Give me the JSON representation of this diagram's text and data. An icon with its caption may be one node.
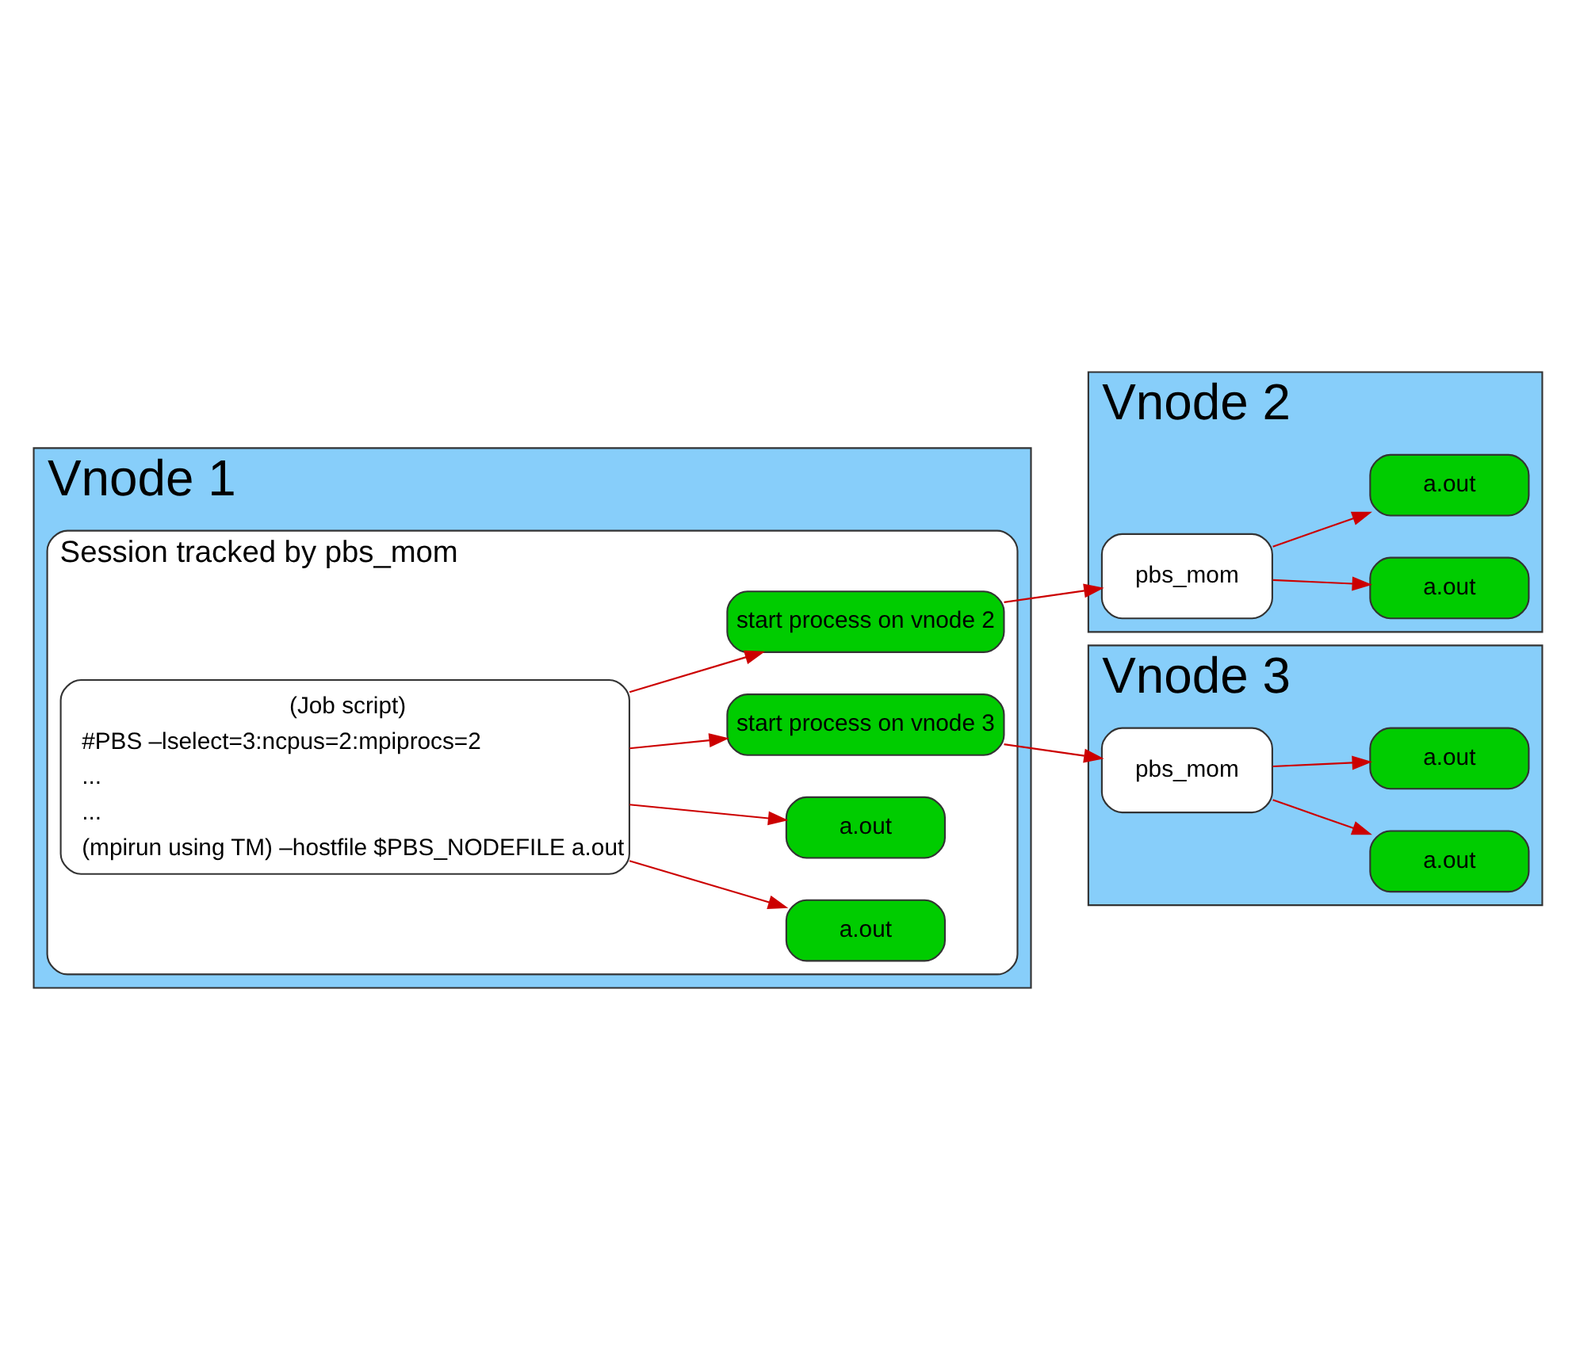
{
  "diagram": {
    "nodes": [
      {
        "text": [
          "Vnode 1"
        ]
      },
      {
        "text": [
          "Session tracked by pbs_mom"
        ],
        "in": 0
      },
      {
        "text": [
          "(Job script)",
          "#PBS –lselect=3:ncpus=2:mpiprocs=2",
          "...",
          "...",
          "(mpirun using TM) –hostfile $PBS_NODEFILE a.out"
        ],
        "in": 1
      },
      {
        "text": [
          "a.out"
        ],
        "in": 1
      },
      {
        "text": [
          "a.out"
        ],
        "in": 1
      },
      {
        "text": [
          "start process on vnode 2"
        ],
        "in": 1
      },
      {
        "text": [
          "start process on vnode 3"
        ],
        "in": 1
      },
      {
        "text": [
          "Vnode 2"
        ]
      },
      {
        "text": [
          "pbs_mom"
        ],
        "in": 7
      },
      {
        "text": [
          "a.out"
        ],
        "in": 7
      },
      {
        "text": [
          "a.out"
        ],
        "in": 7
      },
      {
        "text": [
          "Vnode 3"
        ]
      },
      {
        "text": [
          "pbs_mom"
        ],
        "in": 11
      },
      {
        "text": [
          "a.out"
        ],
        "in": 11
      },
      {
        "text": [
          "a.out"
        ],
        "in": 11
      }
    ],
    "edges": [
      {
        "from": 2,
        "to": 3,
        "arrow": "to"
      },
      {
        "from": 2,
        "to": 4,
        "arrow": "to"
      },
      {
        "from": 2,
        "to": 5,
        "arrow": "to"
      },
      {
        "from": 2,
        "to": 6,
        "arrow": "to"
      },
      {
        "from": 5,
        "to": 8,
        "arrow": "to"
      },
      {
        "from": 6,
        "to": 12,
        "arrow": "to"
      },
      {
        "from": 8,
        "to": 9,
        "arrow": "to"
      },
      {
        "from": 8,
        "to": 10,
        "arrow": "to"
      },
      {
        "from": 12,
        "to": 13,
        "arrow": "to"
      },
      {
        "from": 12,
        "to": 14,
        "arrow": "to"
      }
    ]
  }
}
